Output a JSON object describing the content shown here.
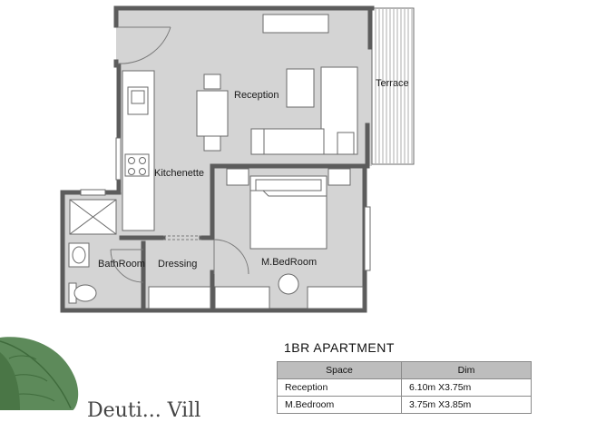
{
  "plan": {
    "rooms": {
      "reception": "Reception",
      "terrace": "Terrace",
      "kitchenette": "Kitchenette",
      "bathroom": "BathRoom",
      "dressing": "Dressing",
      "master_bedroom": "M.BedRoom"
    }
  },
  "spec": {
    "title": "1BR  APARTMENT",
    "headers": [
      "Space",
      "Dim"
    ],
    "rows": [
      [
        "Reception",
        "6.10m X3.75m"
      ],
      [
        "M.Bedroom",
        "3.75m X3.85m"
      ]
    ]
  },
  "brand": {
    "text": "Deuti...  Vill"
  }
}
